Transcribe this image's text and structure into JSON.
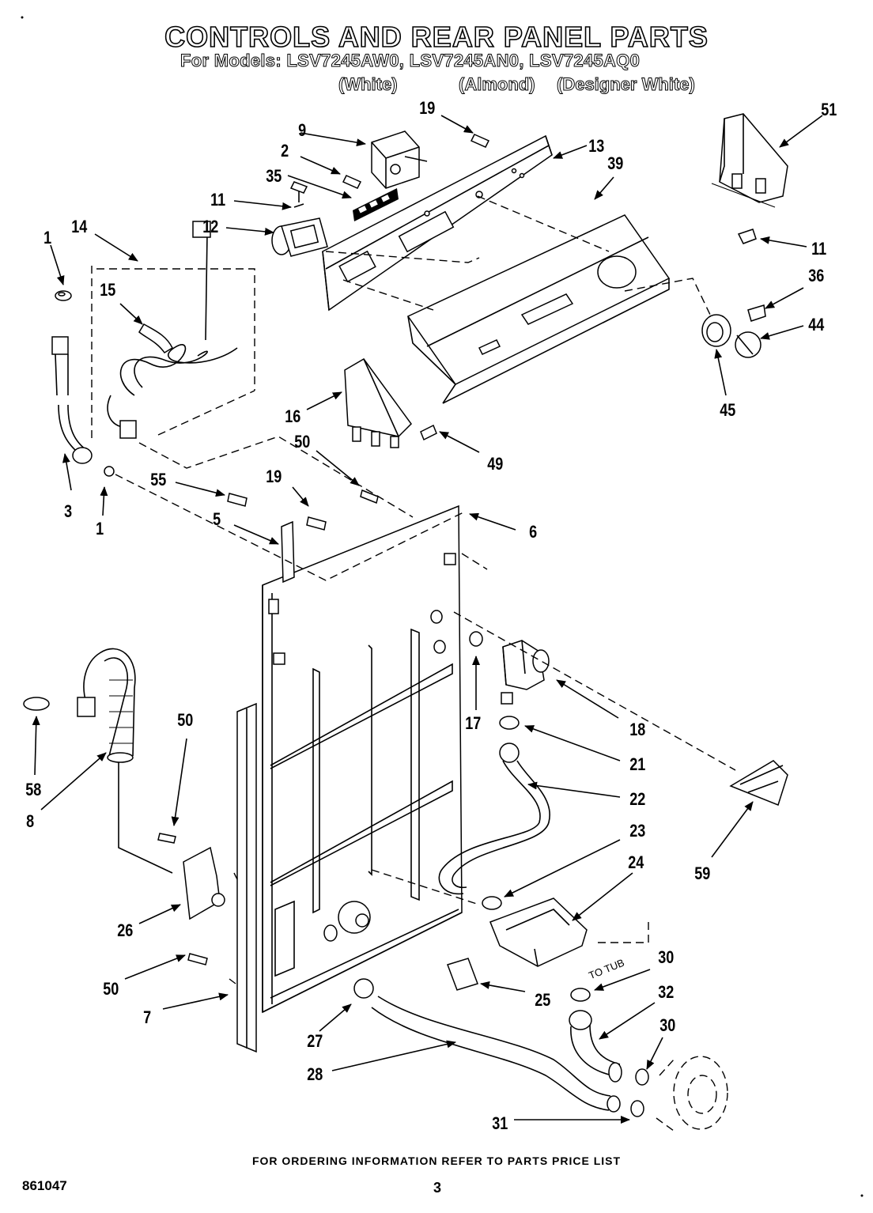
{
  "header": {
    "title": "CONTROLS AND REAR PANEL PARTS",
    "models_line": "For Models: LSV7245AW0,  LSV7245AN0, LSV7245AQ0",
    "variants": [
      "(White)",
      "(Almond)",
      "(Designer White)"
    ]
  },
  "diagram": {
    "callouts": [
      "19",
      "9",
      "2",
      "13",
      "39",
      "51",
      "35",
      "11",
      "12",
      "14",
      "1",
      "15",
      "11",
      "36",
      "44",
      "45",
      "16",
      "50",
      "49",
      "3",
      "1",
      "55",
      "19",
      "5",
      "6",
      "17",
      "18",
      "58",
      "8",
      "50",
      "21",
      "22",
      "23",
      "24",
      "59",
      "26",
      "25",
      "50",
      "7",
      "30",
      "32",
      "27",
      "28",
      "30",
      "31"
    ],
    "to_tub_label": "TO TUB"
  },
  "footer": {
    "note": "FOR ORDERING INFORMATION REFER TO PARTS PRICE LIST",
    "doc_number": "861047",
    "page_number": "3"
  }
}
